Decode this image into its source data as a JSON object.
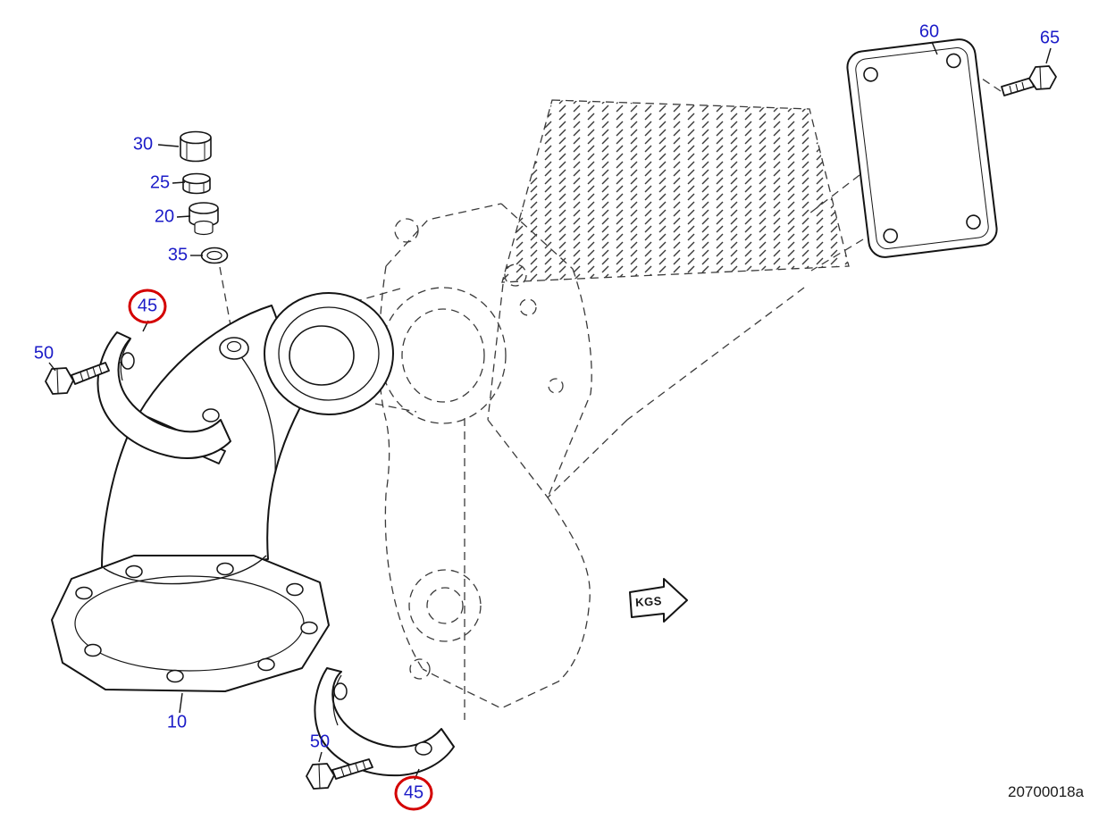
{
  "diagram": {
    "drawing_id": "20700018a",
    "kgs_label": "KGS",
    "colors": {
      "callout_text": "#1c1cc8",
      "highlight_ring": "#d40000",
      "solid_line": "#141414",
      "ghost_line": "#3a3a3a",
      "background": "#ffffff"
    },
    "callouts": [
      {
        "ref": "30",
        "highlighted": false
      },
      {
        "ref": "25",
        "highlighted": false
      },
      {
        "ref": "20",
        "highlighted": false
      },
      {
        "ref": "35",
        "highlighted": false
      },
      {
        "ref": "45",
        "highlighted": true
      },
      {
        "ref": "50",
        "highlighted": false
      },
      {
        "ref": "10",
        "highlighted": false
      },
      {
        "ref": "50",
        "highlighted": false
      },
      {
        "ref": "45",
        "highlighted": true
      },
      {
        "ref": "60",
        "highlighted": false
      },
      {
        "ref": "65",
        "highlighted": false
      }
    ]
  }
}
